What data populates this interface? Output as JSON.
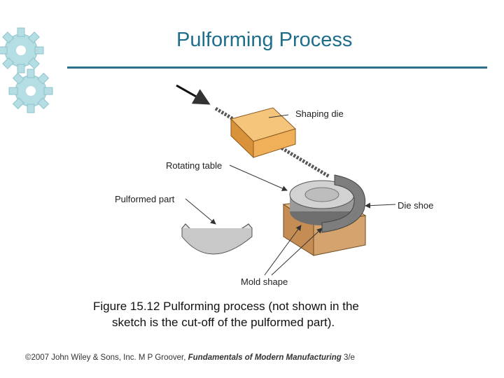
{
  "slide": {
    "title": "Pulforming Process"
  },
  "figure": {
    "labels": {
      "shaping_die": "Shaping die",
      "rotating_table": "Rotating table",
      "pulformed_part": "Pulformed part",
      "die_shoe": "Die shoe",
      "mold_shape": "Mold shape"
    },
    "caption_line1": "Figure 15.12 Pulforming process (not shown in the",
    "caption_line2": "sketch is the cut‑off of the pulformed part)."
  },
  "footer": {
    "prefix": "©2007 John Wiley & Sons, Inc. M P Groover, ",
    "book": "Fundamentals of Modern Manufacturing",
    "suffix": " 3/e"
  },
  "colors": {
    "title": "#1e6e8c",
    "rule": "#2c6f8f",
    "gear": "#b4dde4",
    "die": "#f0b05a",
    "die_shoe": "#8a8a8a",
    "table": "#c9c9c9",
    "base": "#d4a36e"
  }
}
